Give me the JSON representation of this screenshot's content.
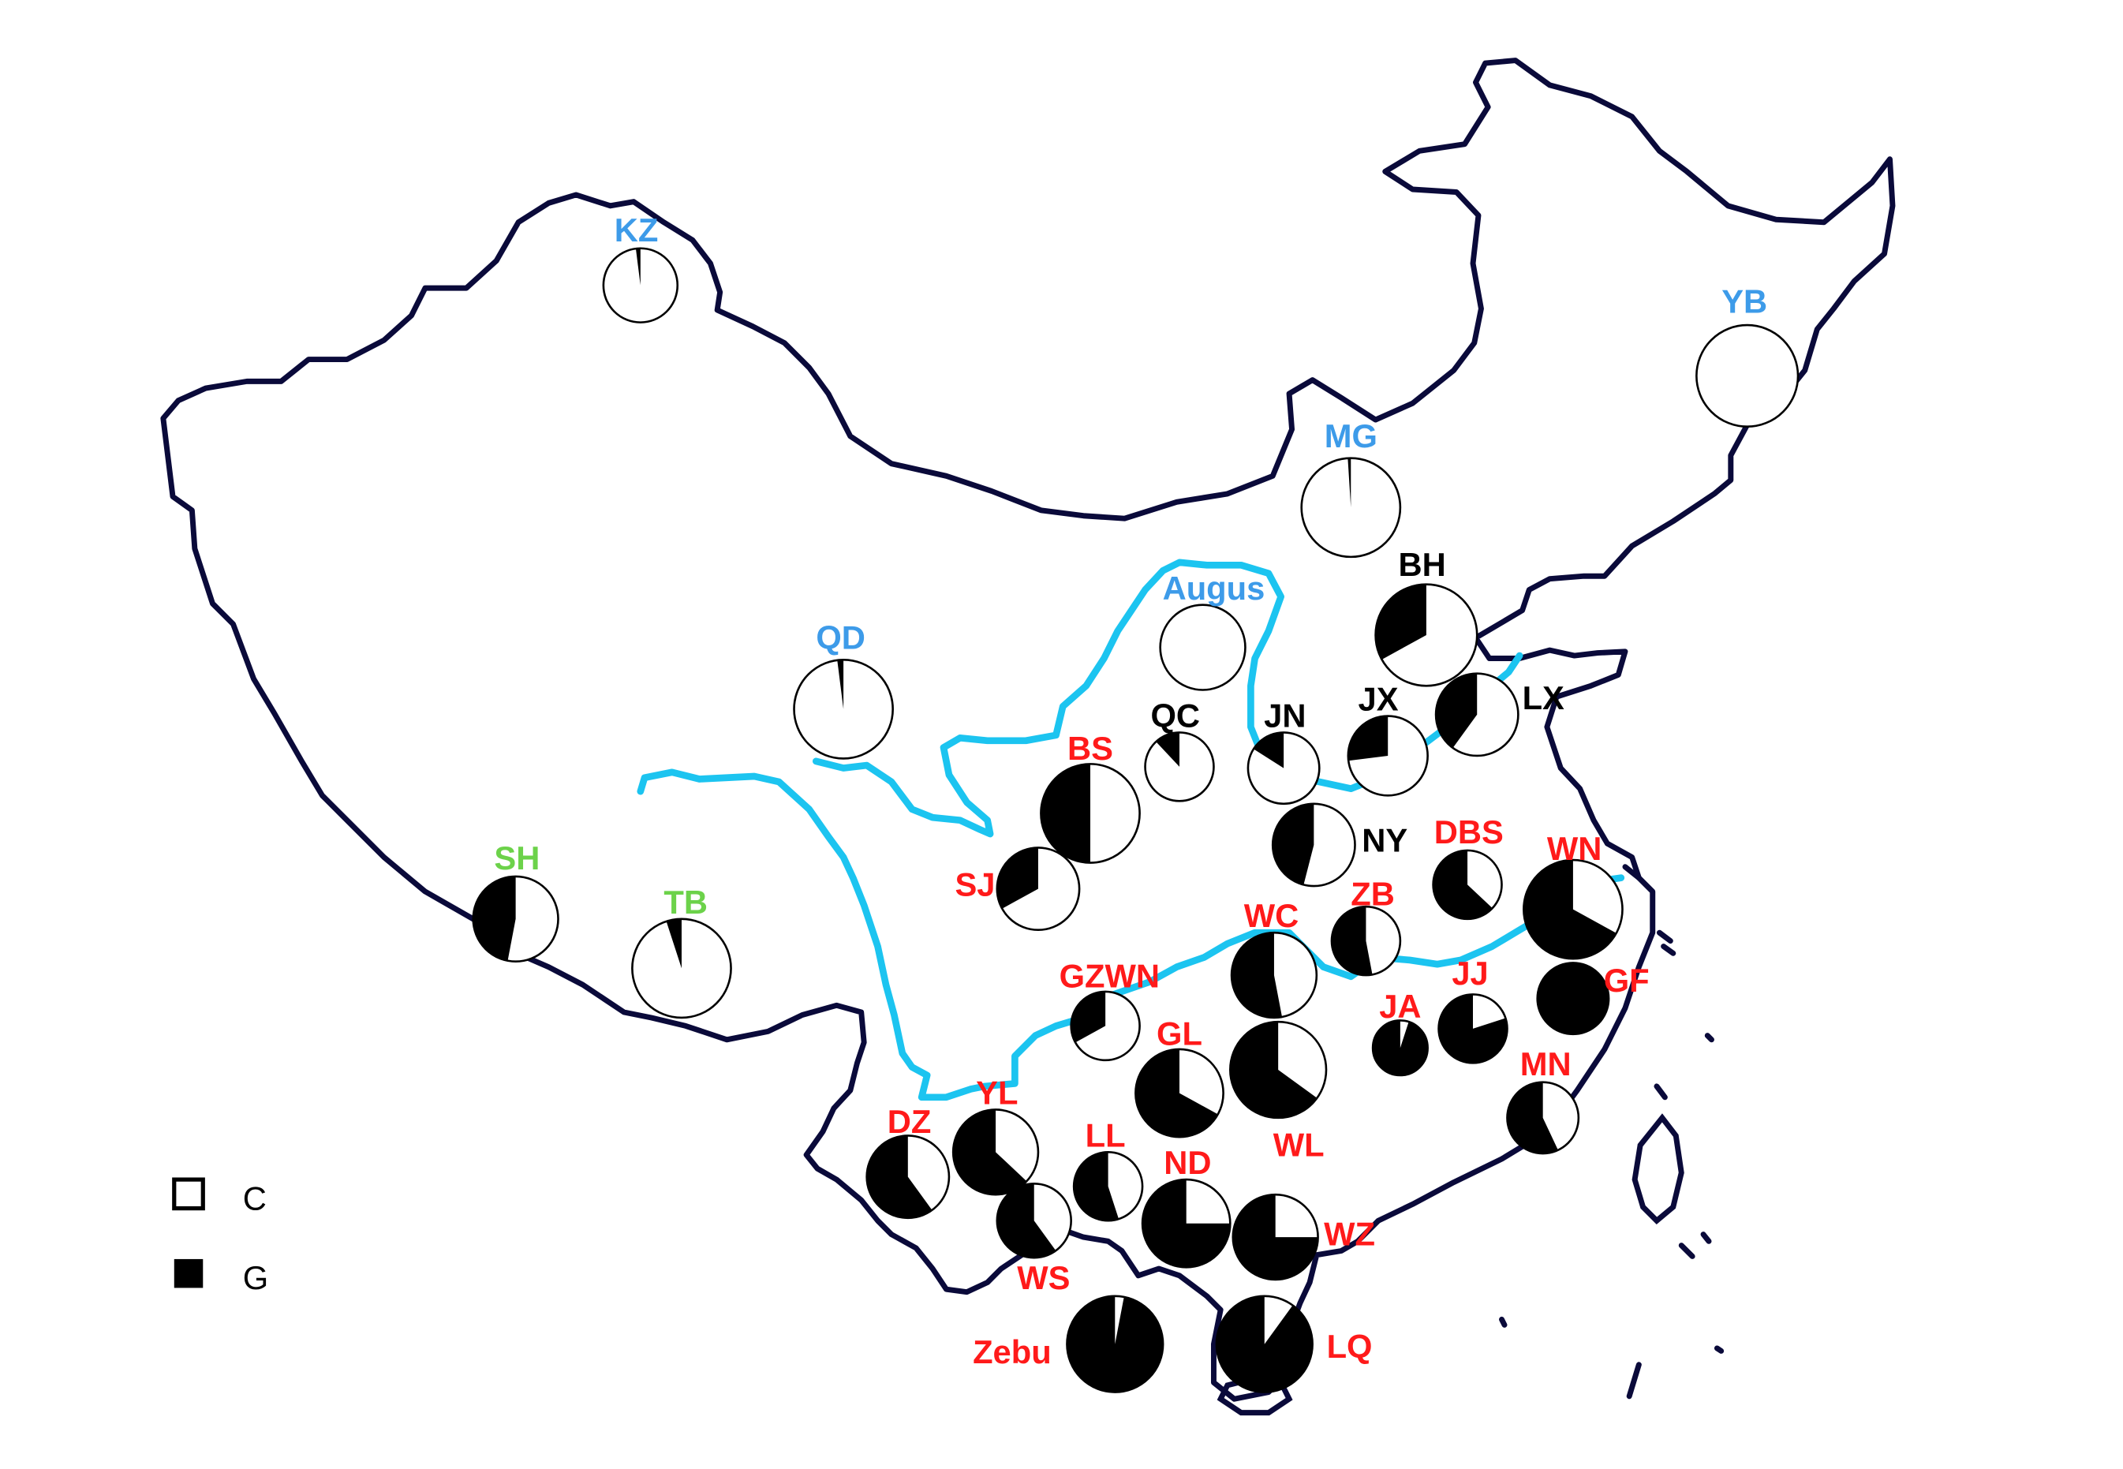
{
  "colors": {
    "group_red": "#ff1a1a",
    "group_blue": "#3d9be9",
    "group_green": "#6cd24a",
    "group_black": "#000000",
    "river": "#1cc4f0",
    "border": "#0a0a3a",
    "allele_C": "#ffffff",
    "allele_G": "#000000"
  },
  "legend": [
    {
      "label": "C",
      "symbol": "white-square"
    },
    {
      "label": "G",
      "symbol": "black-square"
    }
  ],
  "chart_data": {
    "type": "pie-map",
    "alleles": [
      "C",
      "G"
    ],
    "populations": [
      {
        "name": "KZ",
        "group": "blue",
        "G_fraction": 0.02
      },
      {
        "name": "YB",
        "group": "blue",
        "G_fraction": 0.0
      },
      {
        "name": "MG",
        "group": "blue",
        "G_fraction": 0.01
      },
      {
        "name": "QD",
        "group": "blue",
        "G_fraction": 0.02
      },
      {
        "name": "Augus",
        "group": "blue",
        "G_fraction": 0.0
      },
      {
        "name": "SH",
        "group": "green",
        "G_fraction": 0.47
      },
      {
        "name": "TB",
        "group": "green",
        "G_fraction": 0.05
      },
      {
        "name": "BH",
        "group": "black",
        "G_fraction": 0.33
      },
      {
        "name": "LX",
        "group": "black",
        "G_fraction": 0.4
      },
      {
        "name": "JX",
        "group": "black",
        "G_fraction": 0.27
      },
      {
        "name": "JN",
        "group": "black",
        "G_fraction": 0.16
      },
      {
        "name": "QC",
        "group": "black",
        "G_fraction": 0.12
      },
      {
        "name": "NY",
        "group": "black",
        "G_fraction": 0.46
      },
      {
        "name": "BS",
        "group": "red",
        "G_fraction": 0.5
      },
      {
        "name": "SJ",
        "group": "red",
        "G_fraction": 0.33
      },
      {
        "name": "DBS",
        "group": "red",
        "G_fraction": 0.63
      },
      {
        "name": "WN",
        "group": "red",
        "G_fraction": 0.67
      },
      {
        "name": "ZB",
        "group": "red",
        "G_fraction": 0.53
      },
      {
        "name": "WC",
        "group": "red",
        "G_fraction": 0.53
      },
      {
        "name": "GF",
        "group": "red",
        "G_fraction": 1.0
      },
      {
        "name": "GZWN",
        "group": "red",
        "G_fraction": 0.33
      },
      {
        "name": "JJ",
        "group": "red",
        "G_fraction": 0.8
      },
      {
        "name": "JA",
        "group": "red",
        "G_fraction": 0.95
      },
      {
        "name": "GL",
        "group": "red",
        "G_fraction": 0.67
      },
      {
        "name": "WL",
        "group": "red",
        "G_fraction": 0.65
      },
      {
        "name": "MN",
        "group": "red",
        "G_fraction": 0.57
      },
      {
        "name": "DZ",
        "group": "red",
        "G_fraction": 0.6
      },
      {
        "name": "YL",
        "group": "red",
        "G_fraction": 0.63
      },
      {
        "name": "LL",
        "group": "red",
        "G_fraction": 0.55
      },
      {
        "name": "ND",
        "group": "red",
        "G_fraction": 0.75
      },
      {
        "name": "WS",
        "group": "red",
        "G_fraction": 0.6
      },
      {
        "name": "WZ",
        "group": "red",
        "G_fraction": 0.75
      },
      {
        "name": "Zebu",
        "group": "red",
        "G_fraction": 0.97
      },
      {
        "name": "LQ",
        "group": "red",
        "G_fraction": 0.9
      }
    ]
  }
}
